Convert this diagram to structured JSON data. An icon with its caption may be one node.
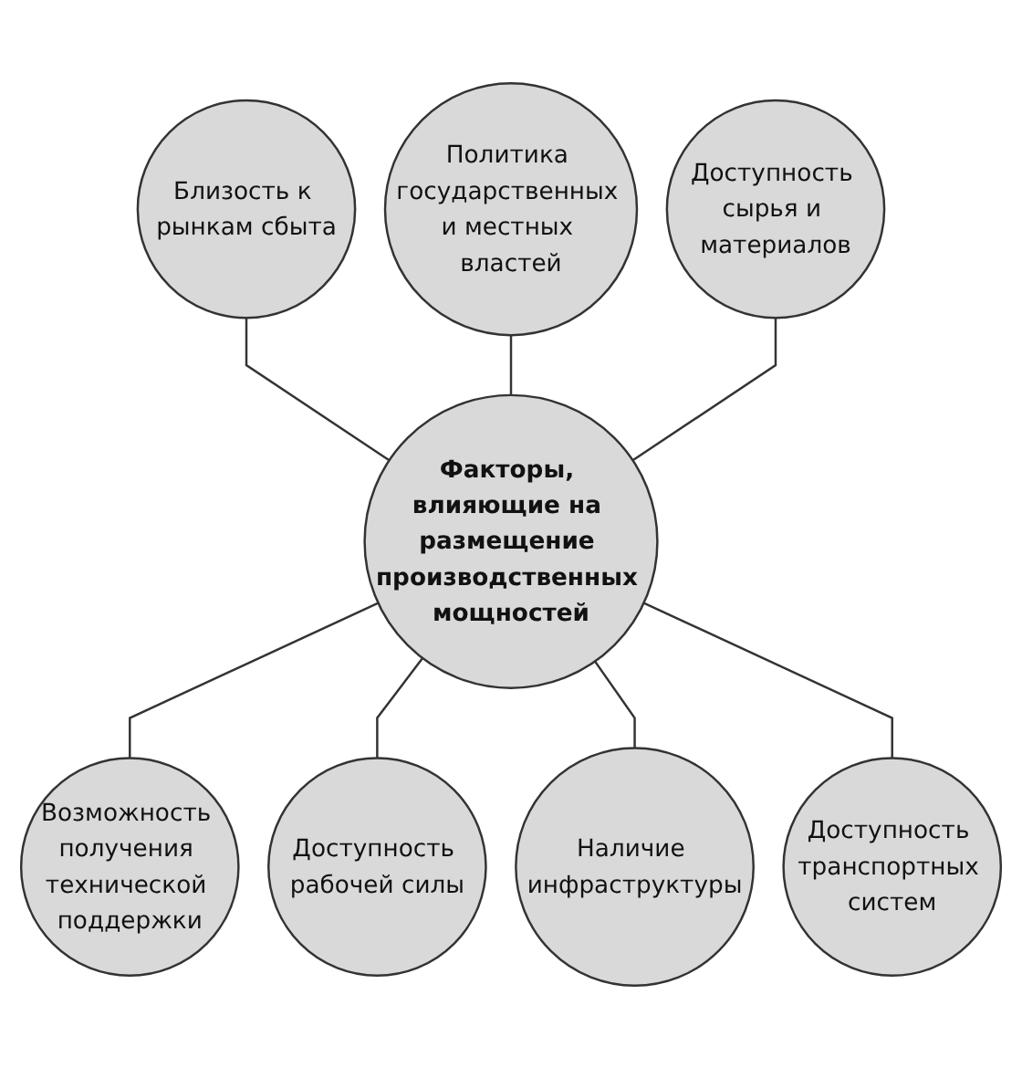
{
  "diagram": {
    "nodes": [
      {
        "text": [
          "Близость к рынкам сбыта"
        ]
      },
      {
        "text": [
          "Политика государственных и местных властей"
        ]
      },
      {
        "text": [
          "Доступность сырья и материалов"
        ]
      },
      {
        "text": [
          "Факторы, влияющие на размещение производственных мощностей"
        ]
      },
      {
        "text": [
          "Возможность получения технической поддержки"
        ]
      },
      {
        "text": [
          "Доступность рабочей силы"
        ]
      },
      {
        "text": [
          "Наличие инфраструктуры"
        ]
      },
      {
        "text": [
          "Доступность транспортных систем"
        ]
      }
    ],
    "edges": [
      {
        "from": 3,
        "to": 0,
        "arrow": "none"
      },
      {
        "from": 3,
        "to": 1,
        "arrow": "none"
      },
      {
        "from": 3,
        "to": 2,
        "arrow": "none"
      },
      {
        "from": 3,
        "to": 4,
        "arrow": "none"
      },
      {
        "from": 3,
        "to": 5,
        "arrow": "none"
      },
      {
        "from": 3,
        "to": 6,
        "arrow": "none"
      },
      {
        "from": 3,
        "to": 7,
        "arrow": "none"
      }
    ]
  }
}
